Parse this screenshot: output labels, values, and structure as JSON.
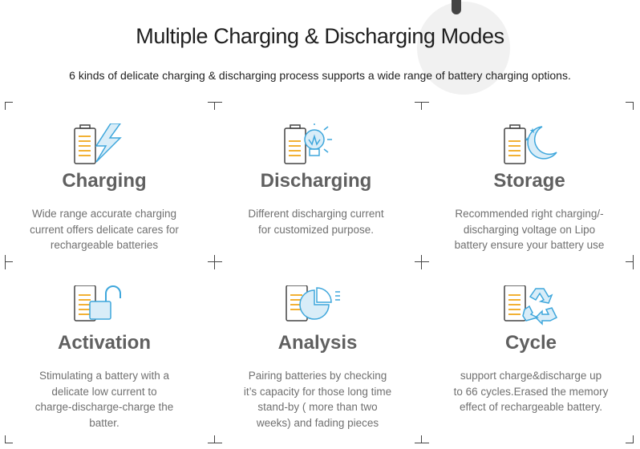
{
  "header": {
    "title": "Multiple Charging & Discharging Modes",
    "subtitle": "6 kinds of delicate charging & discharging process supports a wide range of battery charging options."
  },
  "colors": {
    "accent_blue": "#3fa7dc",
    "battery_yellow": "#f2b134",
    "heading_gray": "#606060",
    "text_gray": "#707070"
  },
  "modes": [
    {
      "icon": "battery-lightning-icon",
      "title": "Charging",
      "lines": [
        "Wide range accurate charging",
        "current offers delicate cares for",
        "rechargeable batteries"
      ]
    },
    {
      "icon": "battery-lightbulb-icon",
      "title": "Discharging",
      "lines": [
        "Different discharging current",
        "for customized purpose."
      ]
    },
    {
      "icon": "battery-moon-icon",
      "title": "Storage",
      "lines": [
        "Recommended right charging/-",
        "discharging voltage on Lipo",
        "battery ensure your battery use"
      ]
    },
    {
      "icon": "battery-unlock-icon",
      "title": "Activation",
      "lines": [
        "Stimulating a battery with a",
        "delicate low current to",
        "charge-discharge-charge the",
        "batter."
      ]
    },
    {
      "icon": "battery-pie-chart-icon",
      "title": "Analysis",
      "lines": [
        "Pairing batteries by checking",
        "it’s capacity for those long time",
        "stand-by  ( more than two",
        "weeks) and fading pieces"
      ]
    },
    {
      "icon": "battery-recycle-icon",
      "title": "Cycle",
      "lines": [
        "support charge&discharge  up",
        "to 66 cycles.Erased the memory",
        "effect of rechargeable battery."
      ]
    }
  ]
}
